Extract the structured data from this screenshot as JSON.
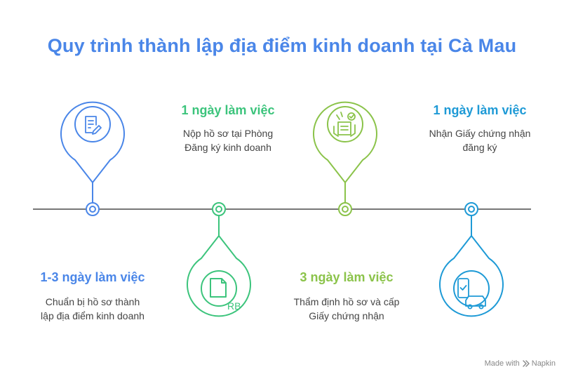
{
  "title": "Quy trình thành lập địa điểm kinh doanh tại Cà Mau",
  "steps": [
    {
      "duration": "1-3 ngày làm việc",
      "description": [
        "Chuẩn bị hồ sơ thành",
        "lập địa điểm kinh doanh"
      ],
      "color": "#4a86e8",
      "icon": "document-edit-icon"
    },
    {
      "duration": "1 ngày làm việc",
      "description": [
        "Nộp hồ sơ tại Phòng",
        "Đăng ký kinh doanh"
      ],
      "color": "#3cc47c",
      "icon": "file-submit-icon",
      "icon_text": "RB"
    },
    {
      "duration": "3 ngày làm việc",
      "description": [
        "Thẩm định hồ sơ và cấp",
        "Giấy chứng nhận"
      ],
      "color": "#8bc34a",
      "icon": "checklist-approval-icon"
    },
    {
      "duration": "1 ngày làm việc",
      "description": [
        "Nhận Giấy chứng nhận",
        "đăng ký"
      ],
      "color": "#1e9ad6",
      "icon": "phone-car-icon"
    }
  ],
  "footer": {
    "made_with": "Made with",
    "brand": "Napkin"
  }
}
